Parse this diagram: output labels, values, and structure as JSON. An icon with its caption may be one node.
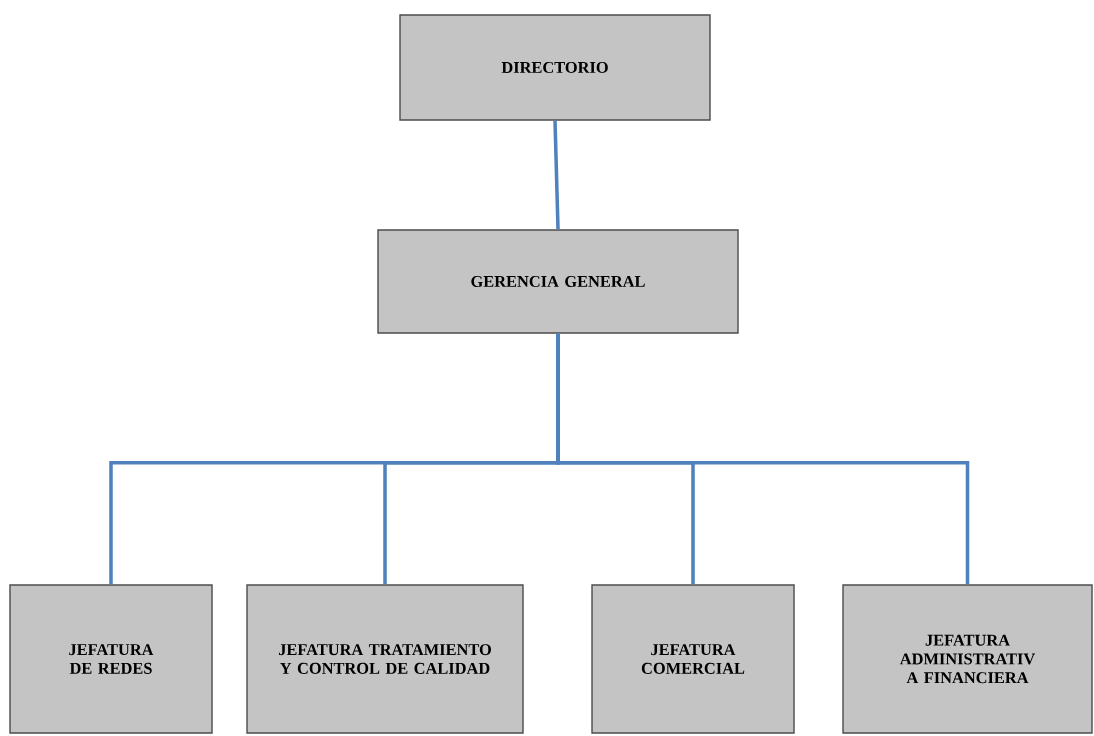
{
  "diagram": {
    "nodes": [
      {
        "text": [
          "DIRECTORIO"
        ]
      },
      {
        "text": [
          "GERENCIA GENERAL"
        ]
      },
      {
        "text": [
          "JEFATURA DE REDES"
        ]
      },
      {
        "text": [
          "JEFATURA TRATAMIENTO Y CONTROL DE CALIDAD"
        ]
      },
      {
        "text": [
          "JEFATURA COMERCIAL"
        ]
      },
      {
        "text": [
          "JEFATURA ADMINISTRATIV A FINANCIERA"
        ]
      }
    ],
    "edges": [
      {
        "from": 0,
        "to": 1,
        "arrow": "none"
      },
      {
        "from": 1,
        "to": 2,
        "arrow": "none"
      },
      {
        "from": 1,
        "to": 3,
        "arrow": "none"
      },
      {
        "from": 1,
        "to": 4,
        "arrow": "none"
      },
      {
        "from": 1,
        "to": 5,
        "arrow": "none"
      }
    ]
  }
}
